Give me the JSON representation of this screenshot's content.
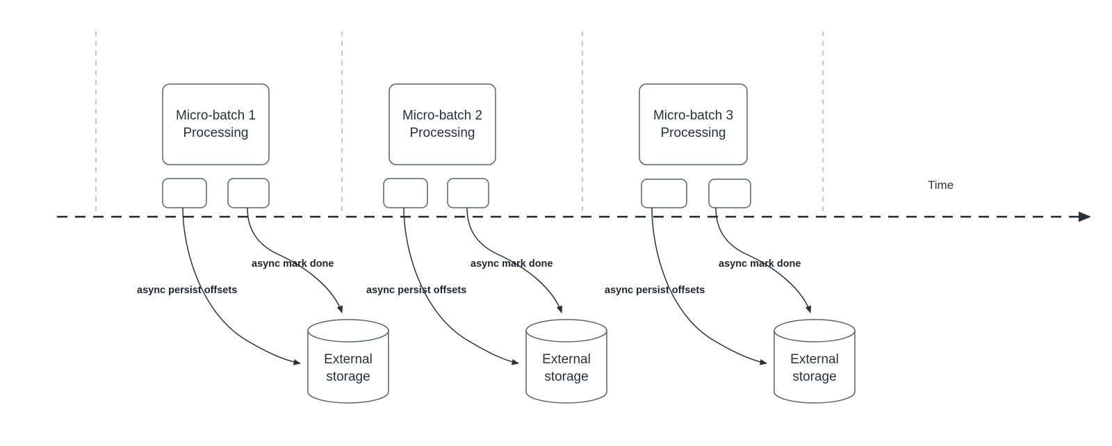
{
  "diagram": {
    "title_axis": "Time",
    "colors": {
      "stroke": "#5c6068",
      "dark_stroke": "#2a2f3a",
      "text": "#2a2f3a",
      "label_text": "#1f2430",
      "divider": "#b3b3b3",
      "background": "#ffffff"
    },
    "groups": [
      {
        "id": "micro-batch-1",
        "process_label_line1": "Micro-batch 1",
        "process_label_line2": "Processing",
        "storage_label_line1": "External",
        "storage_label_line2": "storage",
        "edge_persist_label": "async persist offsets",
        "edge_done_label": "async mark done"
      },
      {
        "id": "micro-batch-2",
        "process_label_line1": "Micro-batch 2",
        "process_label_line2": "Processing",
        "storage_label_line1": "External",
        "storage_label_line2": "storage",
        "edge_persist_label": "async persist offsets",
        "edge_done_label": "async mark done"
      },
      {
        "id": "micro-batch-3",
        "process_label_line1": "Micro-batch 3",
        "process_label_line2": "Processing",
        "storage_label_line1": "External",
        "storage_label_line2": "storage",
        "edge_persist_label": "async persist offsets",
        "edge_done_label": "async mark done"
      }
    ]
  }
}
